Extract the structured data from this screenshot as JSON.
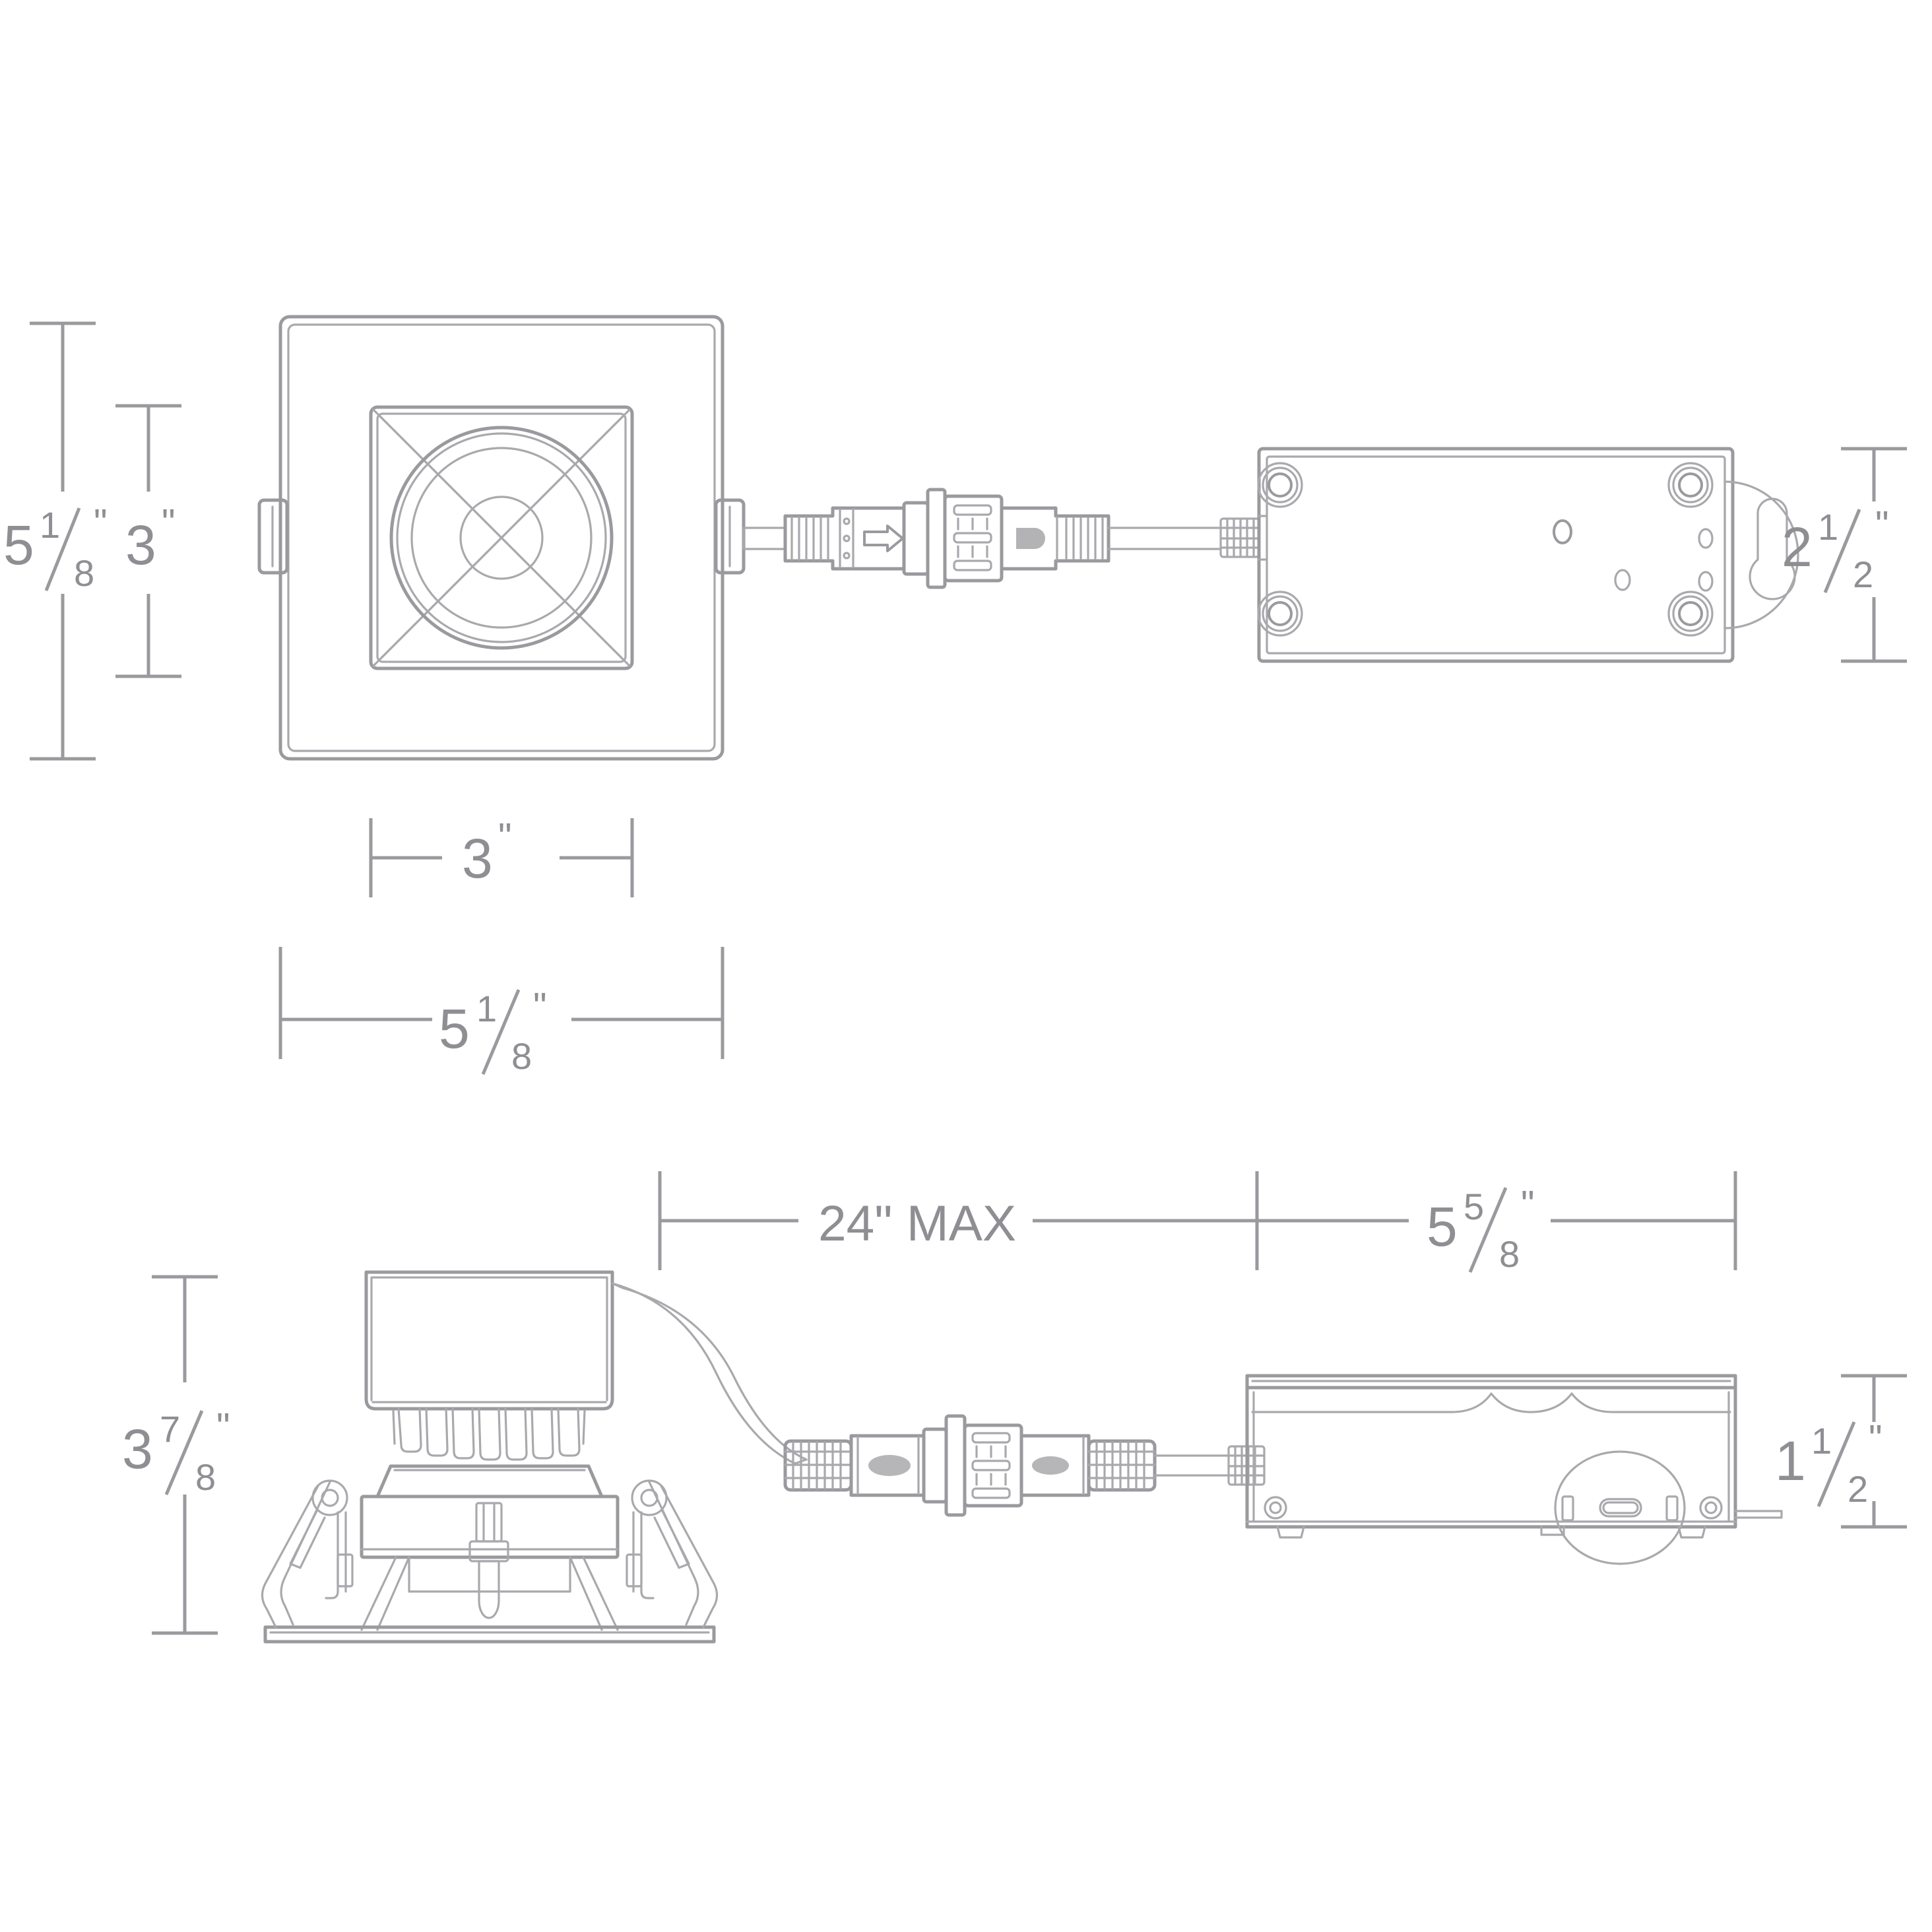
{
  "drawing": {
    "title": "Recessed Downlight Dimensional Drawing",
    "line_color": "#9a9a9e",
    "text_color": "#8e8e93",
    "background": "#ffffff"
  },
  "views": {
    "top": {
      "name": "plan-view",
      "parts": [
        "square-trim",
        "cable",
        "inline-connector",
        "driver-box-plan"
      ]
    },
    "bottom": {
      "name": "section-view",
      "parts": [
        "housing-section",
        "cable",
        "inline-connector",
        "driver-box-elevation"
      ]
    }
  },
  "dimensions": {
    "trim_overall_height": {
      "whole": "5",
      "num": "1",
      "den": "8",
      "inch": "\""
    },
    "trim_aperture_height": {
      "whole": "3",
      "num": "",
      "den": "",
      "inch": "\""
    },
    "driver_plan_height": {
      "whole": "2",
      "num": "1",
      "den": "2",
      "inch": "\""
    },
    "trim_aperture_width": {
      "whole": "3",
      "num": "",
      "den": "",
      "inch": "\""
    },
    "trim_overall_width": {
      "whole": "5",
      "num": "1",
      "den": "8",
      "inch": "\""
    },
    "lead_length_max": {
      "whole": "24",
      "num": "",
      "den": "",
      "inch": "\"",
      "suffix": " MAX"
    },
    "driver_length": {
      "whole": "5",
      "num": "5",
      "den": "8",
      "inch": "\""
    },
    "housing_height": {
      "whole": "3",
      "num": "7",
      "den": "8",
      "inch": "\""
    },
    "driver_height": {
      "whole": "1",
      "num": "1",
      "den": "2",
      "inch": "\""
    }
  },
  "labels": {
    "trim_overall_height": "5 1/8\"",
    "trim_aperture_height": "3\"",
    "driver_plan_height": "2 1/2\"",
    "trim_aperture_width": "3\"",
    "trim_overall_width": "5 1/8\"",
    "lead_length_max": "24\" MAX",
    "driver_length": "5 5/8\"",
    "housing_height": "3 7/8\"",
    "driver_height": "1 1/2\""
  }
}
